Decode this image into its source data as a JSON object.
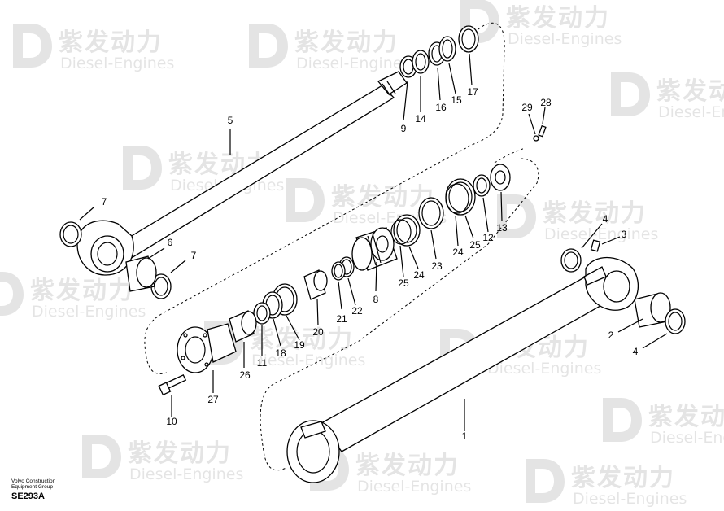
{
  "watermark": {
    "brand_cn": "紫发动力",
    "brand_en": "Diesel-Engines"
  },
  "caption": {
    "line1": "Volvo Construction",
    "line2": "Equipment Group",
    "code": "SE293A"
  },
  "callouts": [
    {
      "id": "1",
      "label": "1"
    },
    {
      "id": "2",
      "label": "2"
    },
    {
      "id": "3",
      "label": "3"
    },
    {
      "id": "4a",
      "label": "4"
    },
    {
      "id": "4b",
      "label": "4"
    },
    {
      "id": "5",
      "label": "5"
    },
    {
      "id": "6",
      "label": "6"
    },
    {
      "id": "7a",
      "label": "7"
    },
    {
      "id": "7b",
      "label": "7"
    },
    {
      "id": "8",
      "label": "8"
    },
    {
      "id": "9",
      "label": "9"
    },
    {
      "id": "10",
      "label": "10"
    },
    {
      "id": "11",
      "label": "11"
    },
    {
      "id": "12",
      "label": "12"
    },
    {
      "id": "13",
      "label": "13"
    },
    {
      "id": "14",
      "label": "14"
    },
    {
      "id": "15",
      "label": "15"
    },
    {
      "id": "16",
      "label": "16"
    },
    {
      "id": "17",
      "label": "17"
    },
    {
      "id": "18",
      "label": "18"
    },
    {
      "id": "19",
      "label": "19"
    },
    {
      "id": "20",
      "label": "20"
    },
    {
      "id": "21",
      "label": "21"
    },
    {
      "id": "22",
      "label": "22"
    },
    {
      "id": "23",
      "label": "23"
    },
    {
      "id": "24a",
      "label": "24"
    },
    {
      "id": "24b",
      "label": "24"
    },
    {
      "id": "25a",
      "label": "25"
    },
    {
      "id": "25b",
      "label": "25"
    },
    {
      "id": "26",
      "label": "26"
    },
    {
      "id": "27",
      "label": "27"
    },
    {
      "id": "28",
      "label": "28"
    },
    {
      "id": "29",
      "label": "29"
    }
  ]
}
